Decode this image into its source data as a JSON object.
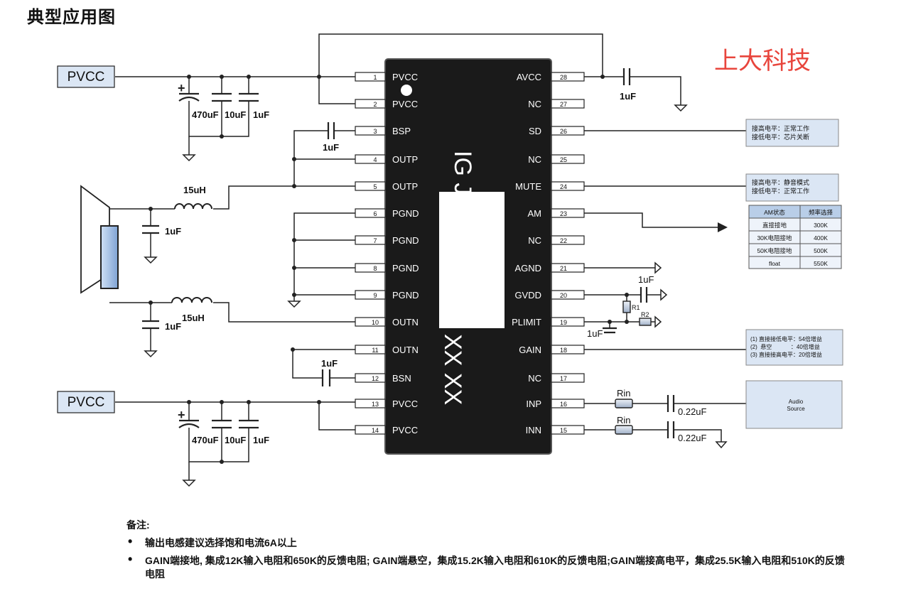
{
  "title": "典型应用图",
  "brand": "上大科技",
  "power_labels": [
    "PVCC",
    "PVCC"
  ],
  "chip": {
    "marking_top": "IG JD",
    "marking_bottom": "XX XX",
    "left_pins": [
      {
        "num": "1",
        "name": "PVCC"
      },
      {
        "num": "2",
        "name": "PVCC"
      },
      {
        "num": "3",
        "name": "BSP"
      },
      {
        "num": "4",
        "name": "OUTP"
      },
      {
        "num": "5",
        "name": "OUTP"
      },
      {
        "num": "6",
        "name": "PGND"
      },
      {
        "num": "7",
        "name": "PGND"
      },
      {
        "num": "8",
        "name": "PGND"
      },
      {
        "num": "9",
        "name": "PGND"
      },
      {
        "num": "10",
        "name": "OUTN"
      },
      {
        "num": "11",
        "name": "OUTN"
      },
      {
        "num": "12",
        "name": "BSN"
      },
      {
        "num": "13",
        "name": "PVCC"
      },
      {
        "num": "14",
        "name": "PVCC"
      }
    ],
    "right_pins": [
      {
        "num": "28",
        "name": "AVCC"
      },
      {
        "num": "27",
        "name": "NC"
      },
      {
        "num": "26",
        "name": "SD"
      },
      {
        "num": "25",
        "name": "NC"
      },
      {
        "num": "24",
        "name": "MUTE"
      },
      {
        "num": "23",
        "name": "AM"
      },
      {
        "num": "22",
        "name": "NC"
      },
      {
        "num": "21",
        "name": "AGND"
      },
      {
        "num": "20",
        "name": "GVDD"
      },
      {
        "num": "19",
        "name": "PLIMIT"
      },
      {
        "num": "18",
        "name": "GAIN"
      },
      {
        "num": "17",
        "name": "NC"
      },
      {
        "num": "16",
        "name": "INP"
      },
      {
        "num": "15",
        "name": "INN"
      }
    ]
  },
  "components": {
    "c470": "470uF",
    "c10": "10uF",
    "c1": "1uF",
    "bs_cap": "1uF",
    "inductor": "15uH",
    "spk_cap": "1uF",
    "avcc_cap": "1uF",
    "gvdd_cap": "1uF",
    "plimit_cap": "1uF",
    "r1": "R1",
    "r2": "R2",
    "rin": "Rin",
    "cin": "0.22uF"
  },
  "info_boxes": {
    "sd": [
      "接高电平：正常工作",
      "接低电平：芯片关断"
    ],
    "mute": [
      "接高电平：静音模式",
      "接低电平：正常工作"
    ],
    "gain": [
      "(1)  直接接低电平：54倍增益",
      "(2)  悬空            ：40倍增益",
      "(3)  直接接高电平：20倍增益"
    ]
  },
  "am_table": {
    "headers": [
      "AM状态",
      "频率选择"
    ],
    "rows": [
      [
        "直接接地",
        "300K"
      ],
      [
        "30K电阻接地",
        "400K"
      ],
      [
        "50K电阻接地",
        "500K"
      ],
      [
        "float",
        "550K"
      ]
    ]
  },
  "audio_source": [
    "Audio",
    "Source"
  ],
  "notes": {
    "heading": "备注:",
    "items": [
      "输出电感建议选择饱和电流6A以上",
      "GAIN端接地, 集成12K输入电阻和650K的反馈电阻; GAIN端悬空，集成15.2K输入电阻和610K的反馈电阻;GAIN端接高电平，集成25.5K输入电阻和510K的反馈电阻"
    ]
  },
  "colors": {
    "brand": "#e8453c",
    "chip": "#1a1a1a",
    "box_blue": "#dbe6f4",
    "speaker_blue": "#9fbbe0"
  }
}
